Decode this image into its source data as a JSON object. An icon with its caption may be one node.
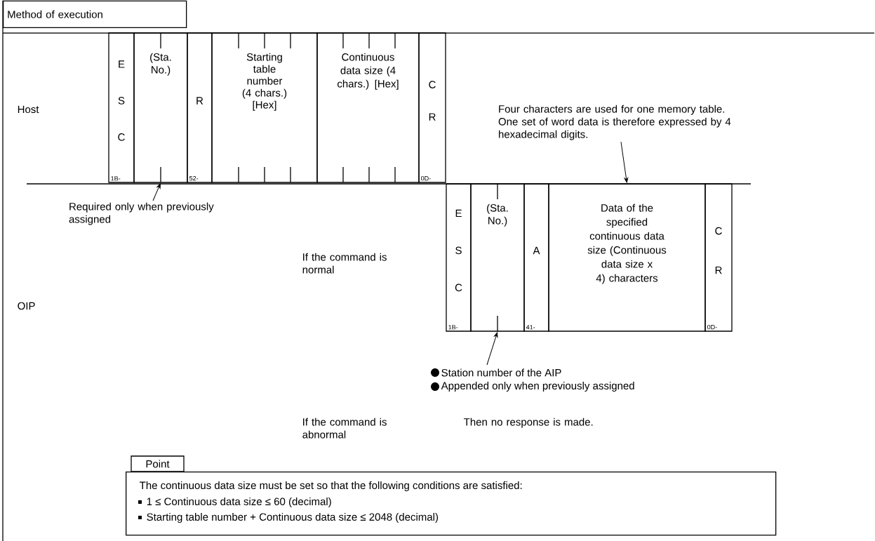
{
  "diagram": {
    "nodes": [
      {
        "text": [
          "Method of execution"
        ]
      },
      {
        "text": [
          "E S C",
          "1B-"
        ]
      },
      {
        "text": [
          "(Sta. No.)"
        ]
      },
      {
        "text": [
          "R",
          "52-"
        ]
      },
      {
        "text": [
          "Starting table number (4 chars.) [Hex]"
        ]
      },
      {
        "text": [
          "Continuous data size (4 chars.) [Hex]"
        ]
      },
      {
        "text": [
          "C R",
          "0D-"
        ]
      },
      {
        "text": [
          "E S C",
          "1B-"
        ]
      },
      {
        "text": [
          "(Sta. No.)"
        ]
      },
      {
        "text": [
          "A",
          "41-"
        ]
      },
      {
        "text": [
          "Data of the specified continuous data size (Continuous data size x 4) characters"
        ]
      },
      {
        "text": [
          "C R",
          "0D-"
        ]
      },
      {
        "text": [
          "Required only when previously assigned"
        ]
      },
      {
        "text": [
          "Four characters are used for one memory table. One set of word data is therefore expressed by 4 hexadecimal digits."
        ]
      },
      {
        "text": [
          "Station number of the AIP",
          "Appended only when previously assigned"
        ]
      },
      {
        "text": [
          "Point",
          "The continuous data size must be set so that the following conditions are satisfied:",
          "1 ≤ Continuous data size ≤ 60 (decimal)",
          "Starting table number + Continuous data size ≤ 2048 (decimal)"
        ]
      }
    ],
    "edges": [
      {
        "from": 12,
        "to": 2,
        "arrow": "to"
      },
      {
        "from": 13,
        "to": 10,
        "arrow": "to"
      },
      {
        "from": 14,
        "to": 8,
        "arrow": "to"
      }
    ],
    "labels": [
      "Host",
      "OIP",
      "If the command is normal",
      "If the command is abnormal",
      "Then no response is made."
    ]
  }
}
